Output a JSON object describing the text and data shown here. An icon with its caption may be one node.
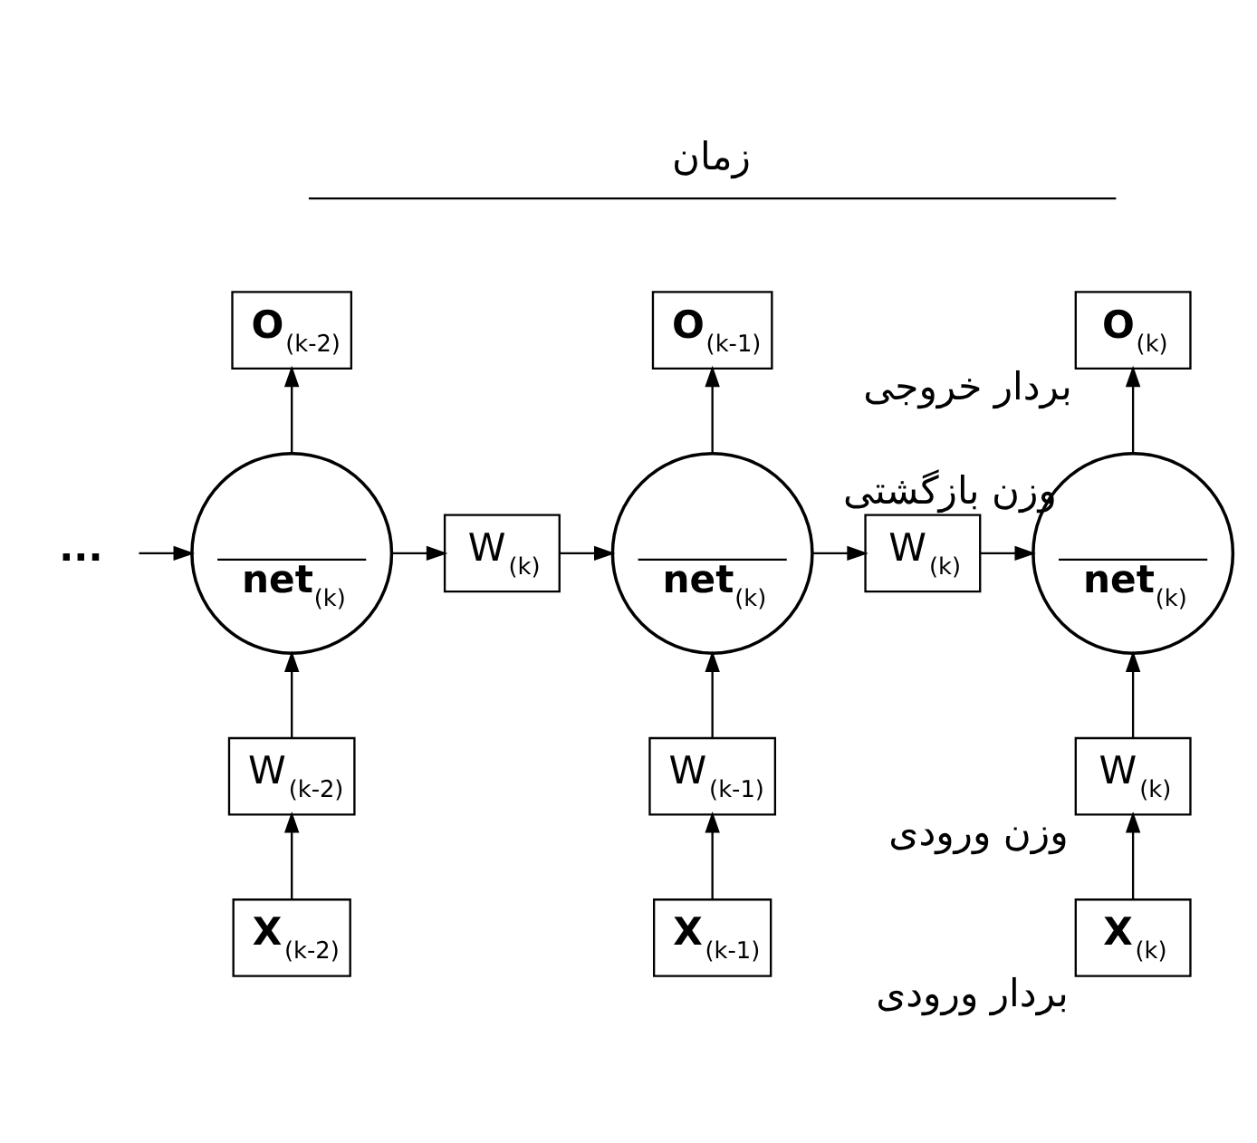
{
  "diagram": {
    "nodes": [
      {
        "text": [
          "**O**$_{(k-2)}$"
        ]
      },
      {
        "text": [
          "**O**$_{(k-1)}$"
        ]
      },
      {
        "text": [
          "**O**$_{(k)}$"
        ],
        "beside": [
          "بردار خروجی"
        ]
      },
      {
        "text": [
          "**net**$_{(k)}$"
        ]
      },
      {
        "text": [
          "W$_{(k)}$"
        ]
      },
      {
        "text": [
          "**net**$_{(k)}$"
        ]
      },
      {
        "text": [
          "W$_{(k)}$"
        ],
        "beside": [
          "وزن بازگشتی"
        ]
      },
      {
        "text": [
          "**net**$_{(k)}$"
        ]
      },
      {
        "text": [
          "W$_{(k-2)}$"
        ]
      },
      {
        "text": [
          "W$_{(k-1)}$"
        ]
      },
      {
        "text": [
          "W$_{(k)}$"
        ],
        "beside": [
          "وزن ورودی"
        ]
      },
      {
        "text": [
          "**X**$_{(k-2)}$"
        ]
      },
      {
        "text": [
          "**X**$_{(k-1)}$"
        ]
      },
      {
        "text": [
          "**X**$_{(k)}$"
        ],
        "beside": [
          "بردار ورودی"
        ]
      },
      {
        "text": [
          "..."
        ]
      }
    ],
    "edges": [
      {
        "from": 3,
        "to": 0,
        "arrow": "to"
      },
      {
        "from": 3,
        "to": 4,
        "arrow": "to"
      },
      {
        "from": 4,
        "to": 5,
        "arrow": "to"
      },
      {
        "from": 5,
        "to": 1,
        "arrow": "to"
      },
      {
        "from": 5,
        "to": 6,
        "arrow": "to"
      },
      {
        "from": 6,
        "to": 7,
        "arrow": "to"
      },
      {
        "from": 7,
        "to": 2,
        "arrow": "to"
      },
      {
        "from": 8,
        "to": 3,
        "arrow": "to"
      },
      {
        "from": 9,
        "to": 5,
        "arrow": "to"
      },
      {
        "from": 10,
        "to": 7,
        "arrow": "to"
      },
      {
        "from": 11,
        "to": 8,
        "arrow": "to"
      },
      {
        "from": 12,
        "to": 9,
        "arrow": "to"
      },
      {
        "from": 13,
        "to": 10,
        "arrow": "to"
      },
      {
        "from": 14,
        "to": 3,
        "arrow": "to"
      }
    ],
    "labels": [
      "زمان"
    ]
  }
}
